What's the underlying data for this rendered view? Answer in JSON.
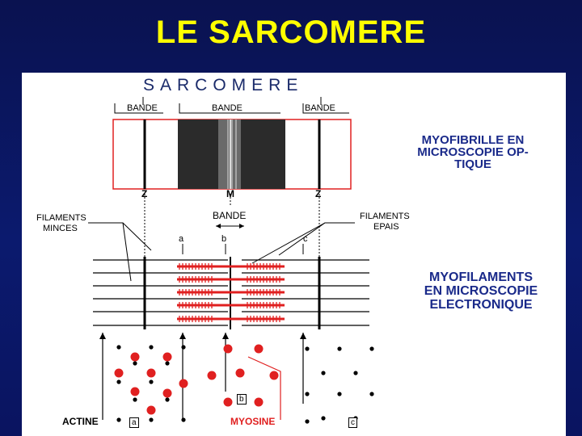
{
  "slide": {
    "title": "LE SARCOMERE"
  },
  "diagram": {
    "heading": "SARCOMERE",
    "band_labels": [
      "BANDE",
      "BANDE",
      "BANDE"
    ],
    "line_labels": {
      "z_left": "Z",
      "m": "M",
      "z_right": "Z"
    },
    "h_band": "BANDE",
    "filaments_minces": [
      "FILAMENTS",
      "MINCES"
    ],
    "filaments_epais": [
      "FILAMENTS",
      "EPAIS"
    ],
    "section_letters": [
      "a",
      "b",
      "c"
    ],
    "myofibrille_caption": [
      "MYOFIBRILLE EN",
      "MICROSCOPIE OP-",
      "TIQUE"
    ],
    "myofilaments_caption": [
      "MYOFILAMENTS",
      "EN MICROSCOPIE",
      "ELECTRONIQUE"
    ],
    "actine_label": "ACTINE",
    "myosine_label": "MYOSINE",
    "box_a": "a",
    "box_b": "b",
    "box_c": "c",
    "colors": {
      "myosin_red": "#e02020",
      "caption_blue": "#1a2a8a",
      "title_yellow": "#ffff00"
    }
  }
}
